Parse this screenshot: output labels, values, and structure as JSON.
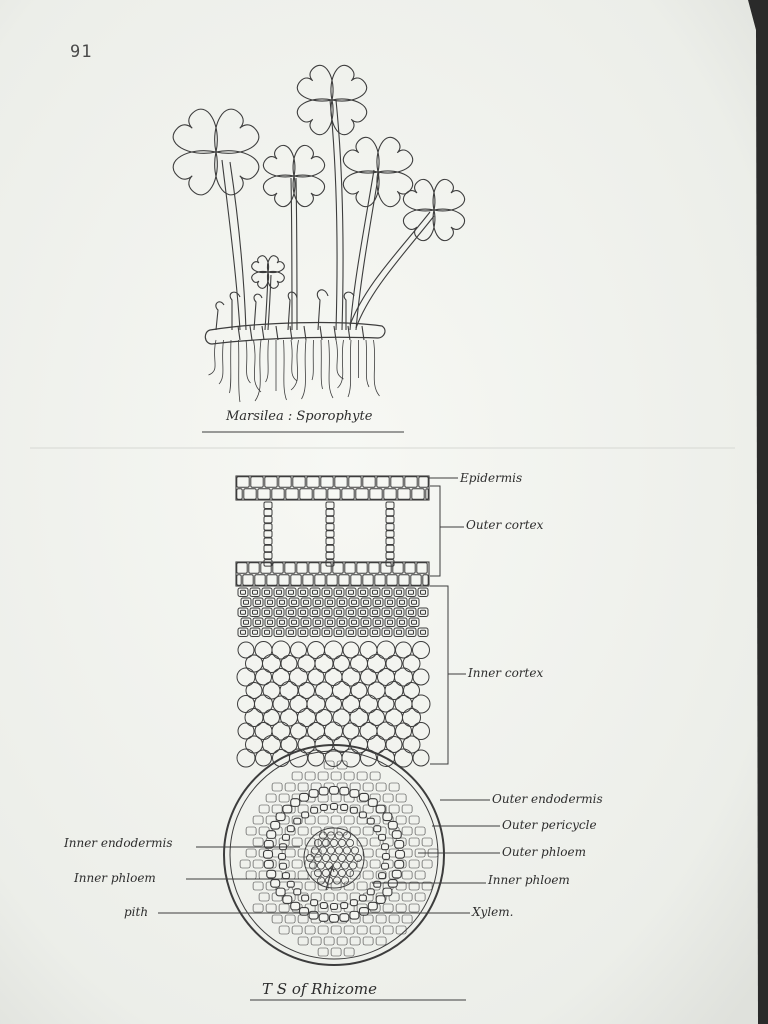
{
  "page_number": "91",
  "diagram1": {
    "title": "Marsilea : Sporophyte"
  },
  "diagram2": {
    "title": "T S of Rhizome",
    "labels": {
      "epidermis": "Epidermis",
      "outer_cortex": "Outer cortex",
      "inner_cortex": "Inner cortex",
      "outer_endodermis": "Outer endodermis",
      "outer_pericycle": "Outer pericycle",
      "outer_phloem": "Outer phloem",
      "inner_phloem_right": "Inner phloem",
      "xylem": "Xylem.",
      "inner_endodermis": "Inner endodermis",
      "inner_phloem_left": "Inner phloem",
      "pith": "pith"
    }
  },
  "colors": {
    "paper": "#f3f4f0",
    "ink": "#3a3a3a"
  }
}
